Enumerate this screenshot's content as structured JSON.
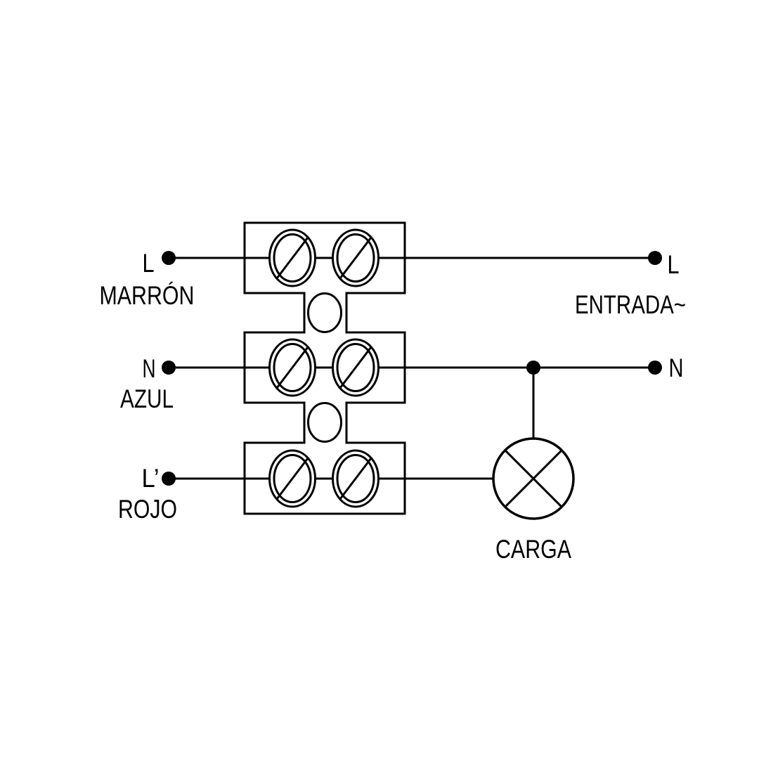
{
  "diagram": {
    "background_color": "#ffffff",
    "stroke_color": "#000000",
    "left_terminals": [
      {
        "terminal": "L",
        "wire": "MARRÓN"
      },
      {
        "terminal": "N",
        "wire": "AZUL"
      },
      {
        "terminal": "L’",
        "wire": "ROJO"
      }
    ],
    "right_terminals": {
      "live": "L",
      "input": "ENTRADA~",
      "neutral": "N"
    },
    "load": "CARGA"
  }
}
